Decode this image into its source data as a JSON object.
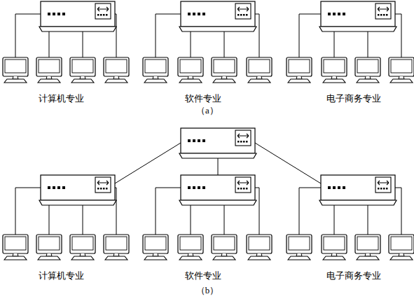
{
  "diagram": {
    "labels": [
      "计算机专业",
      "软件专业",
      "电子商务专业",
      "（a）",
      "计算机专业",
      "软件专业",
      "电子商务专业",
      "（b）"
    ]
  }
}
